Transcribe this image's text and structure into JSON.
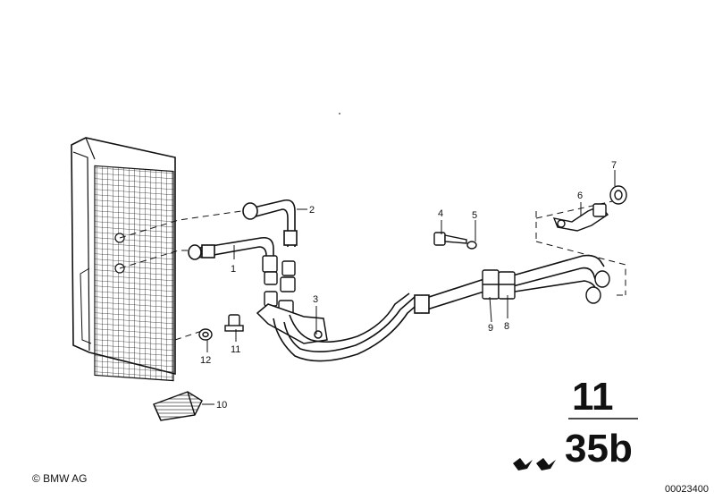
{
  "callouts": {
    "c1": "1",
    "c2": "2",
    "c3": "3",
    "c4": "4",
    "c5": "5",
    "c6": "6",
    "c7": "7",
    "c8": "8",
    "c9": "9",
    "c10": "10",
    "c11": "11",
    "c12": "12"
  },
  "group": {
    "main": "11",
    "sub": "35b"
  },
  "footer": {
    "copyright": "© BMW AG",
    "docnum": "00023400"
  },
  "colors": {
    "ink": "#111111",
    "background": "#ffffff"
  }
}
